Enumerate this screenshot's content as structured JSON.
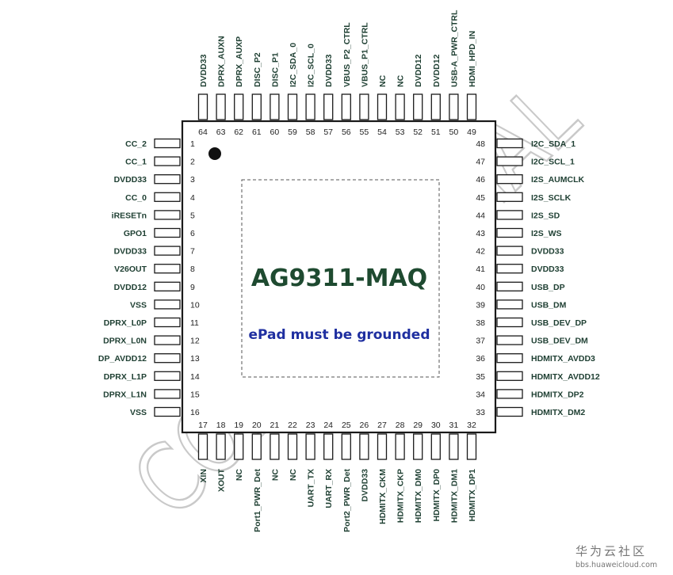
{
  "chip": {
    "name": "AG9311-MAQ",
    "note": "ePad must be grounded",
    "name_color": "#1e4a30",
    "note_color": "#1f2fa0"
  },
  "watermark": {
    "text": "CONFIDENTIAL"
  },
  "site": {
    "brand": "华为云社区",
    "url": "bbs.huaweicloud.com"
  },
  "pins": {
    "left": [
      {
        "num": "1",
        "name": "CC_2"
      },
      {
        "num": "2",
        "name": "CC_1"
      },
      {
        "num": "3",
        "name": "DVDD33"
      },
      {
        "num": "4",
        "name": "CC_0"
      },
      {
        "num": "5",
        "name": "iRESETn"
      },
      {
        "num": "6",
        "name": "GPO1"
      },
      {
        "num": "7",
        "name": "DVDD33"
      },
      {
        "num": "8",
        "name": "V26OUT"
      },
      {
        "num": "9",
        "name": "DVDD12"
      },
      {
        "num": "10",
        "name": "VSS"
      },
      {
        "num": "11",
        "name": "DPRX_L0P"
      },
      {
        "num": "12",
        "name": "DPRX_L0N"
      },
      {
        "num": "13",
        "name": "DP_AVDD12"
      },
      {
        "num": "14",
        "name": "DPRX_L1P"
      },
      {
        "num": "15",
        "name": "DPRX_L1N"
      },
      {
        "num": "16",
        "name": "VSS"
      }
    ],
    "bottom": [
      {
        "num": "17",
        "name": "XIN"
      },
      {
        "num": "18",
        "name": "XOUT"
      },
      {
        "num": "19",
        "name": "NC"
      },
      {
        "num": "20",
        "name": "Port1_PWR_Det"
      },
      {
        "num": "21",
        "name": "NC"
      },
      {
        "num": "22",
        "name": "NC"
      },
      {
        "num": "23",
        "name": "UART_TX"
      },
      {
        "num": "24",
        "name": "UART_RX"
      },
      {
        "num": "25",
        "name": "Port2_PWR_Det"
      },
      {
        "num": "26",
        "name": "DVDD33"
      },
      {
        "num": "27",
        "name": "HDMITX_CKM"
      },
      {
        "num": "28",
        "name": "HDMITX_CKP"
      },
      {
        "num": "29",
        "name": "HDMITX_DM0"
      },
      {
        "num": "30",
        "name": "HDMITX_DP0"
      },
      {
        "num": "31",
        "name": "HDMITX_DM1"
      },
      {
        "num": "32",
        "name": "HDMITX_DP1"
      }
    ],
    "right": [
      {
        "num": "48",
        "name": "I2C_SDA_1"
      },
      {
        "num": "47",
        "name": "I2C_SCL_1"
      },
      {
        "num": "46",
        "name": "I2S_AUMCLK"
      },
      {
        "num": "45",
        "name": "I2S_SCLK"
      },
      {
        "num": "44",
        "name": "I2S_SD"
      },
      {
        "num": "43",
        "name": "I2S_WS"
      },
      {
        "num": "42",
        "name": "DVDD33"
      },
      {
        "num": "41",
        "name": "DVDD33"
      },
      {
        "num": "40",
        "name": "USB_DP"
      },
      {
        "num": "39",
        "name": "USB_DM"
      },
      {
        "num": "38",
        "name": "USB_DEV_DP"
      },
      {
        "num": "37",
        "name": "USB_DEV_DM"
      },
      {
        "num": "36",
        "name": "HDMITX_AVDD3"
      },
      {
        "num": "35",
        "name": "HDMITX_AVDD12"
      },
      {
        "num": "34",
        "name": "HDMITX_DP2"
      },
      {
        "num": "33",
        "name": "HDMITX_DM2"
      }
    ],
    "top": [
      {
        "num": "64",
        "name": "DVDD33"
      },
      {
        "num": "63",
        "name": "DPRX_AUXN"
      },
      {
        "num": "62",
        "name": "DPRX_AUXP"
      },
      {
        "num": "61",
        "name": "DISC_P2"
      },
      {
        "num": "60",
        "name": "DISC_P1"
      },
      {
        "num": "59",
        "name": "I2C_SDA_0"
      },
      {
        "num": "58",
        "name": "I2C_SCL_0"
      },
      {
        "num": "57",
        "name": "DVDD33"
      },
      {
        "num": "56",
        "name": "VBUS_P2_CTRL"
      },
      {
        "num": "55",
        "name": "VBUS_P1_CTRL"
      },
      {
        "num": "54",
        "name": "NC"
      },
      {
        "num": "53",
        "name": "NC"
      },
      {
        "num": "52",
        "name": "DVDD12"
      },
      {
        "num": "51",
        "name": "DVDD12"
      },
      {
        "num": "50",
        "name": "USB-A_PWR_CTRL"
      },
      {
        "num": "49",
        "name": "HDMI_HPD_IN"
      }
    ]
  }
}
